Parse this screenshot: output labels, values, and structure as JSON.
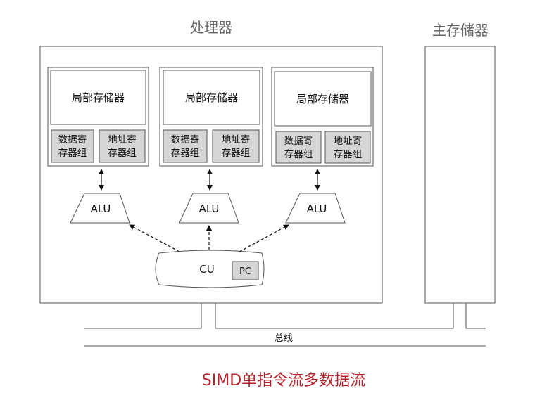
{
  "processor_title": "处理器",
  "main_memory_title": "主存储器",
  "caption": "SIMD单指令流多数据流",
  "bus_label": "总线",
  "cu_label": "CU",
  "pc_label": "PC",
  "units": [
    {
      "local_memory": "局部存储器",
      "data_reg": [
        "数据寄",
        "存器组"
      ],
      "addr_reg": [
        "地址寄",
        "存器组"
      ],
      "alu": "ALU"
    },
    {
      "local_memory": "局部存储器",
      "data_reg": [
        "数据寄",
        "存器组"
      ],
      "addr_reg": [
        "地址寄",
        "存器组"
      ],
      "alu": "ALU"
    },
    {
      "local_memory": "局部存储器",
      "data_reg": [
        "数据寄",
        "存器组"
      ],
      "addr_reg": [
        "地址寄",
        "存器组"
      ],
      "alu": "ALU"
    }
  ],
  "colors": {
    "caption": "#b3202a",
    "register_fill": "#d6d6d6",
    "title": "#666666"
  }
}
